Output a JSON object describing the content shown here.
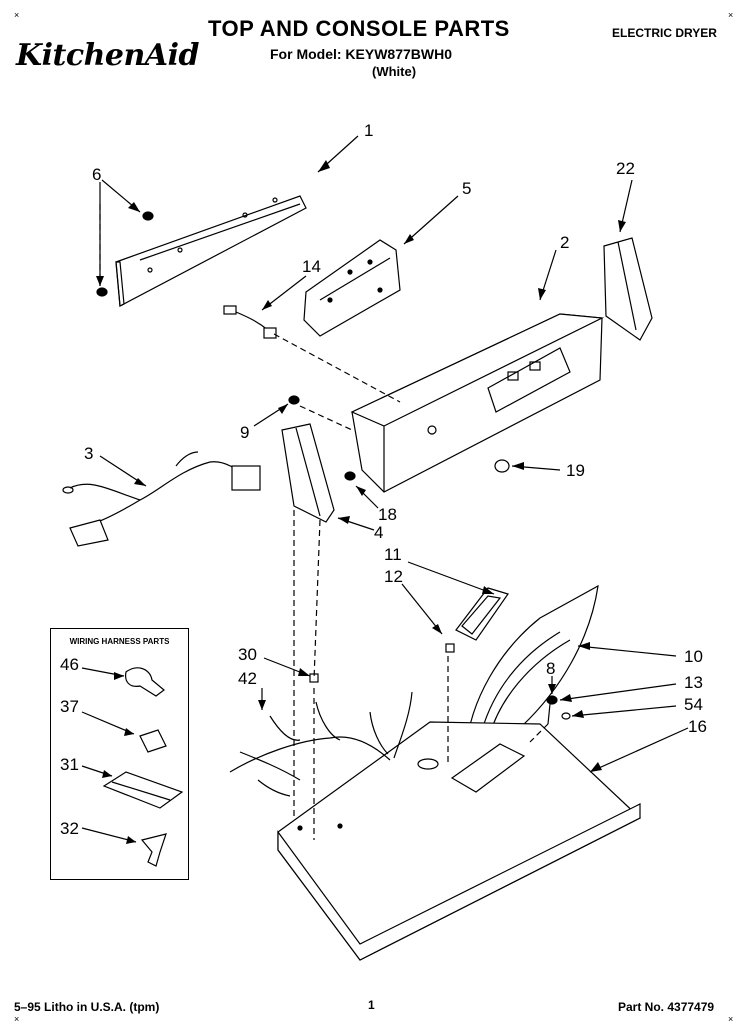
{
  "header": {
    "brand": "KitchenAid",
    "title": "TOP AND CONSOLE PARTS",
    "model_line": "For Model: KEYW877BWH0",
    "color_line": "(White)",
    "appliance_type": "ELECTRIC DRYER"
  },
  "inset": {
    "title": "WIRING HARNESS PARTS"
  },
  "callouts": {
    "n1": "1",
    "n2": "2",
    "n3": "3",
    "n4": "4",
    "n5": "5",
    "n6": "6",
    "n8": "8",
    "n9": "9",
    "n10": "10",
    "n11": "11",
    "n12": "12",
    "n13": "13",
    "n14": "14",
    "n16": "16",
    "n18": "18",
    "n19": "19",
    "n22": "22",
    "n30": "30",
    "n42": "42",
    "n54": "54",
    "n46": "46",
    "n37": "37",
    "n31": "31",
    "n32": "32"
  },
  "footer": {
    "litho": "5–95 Litho in U.S.A. (tpm)",
    "page": "1",
    "part_no": "Part No. 4377479"
  },
  "marks": {
    "tick": "×"
  }
}
